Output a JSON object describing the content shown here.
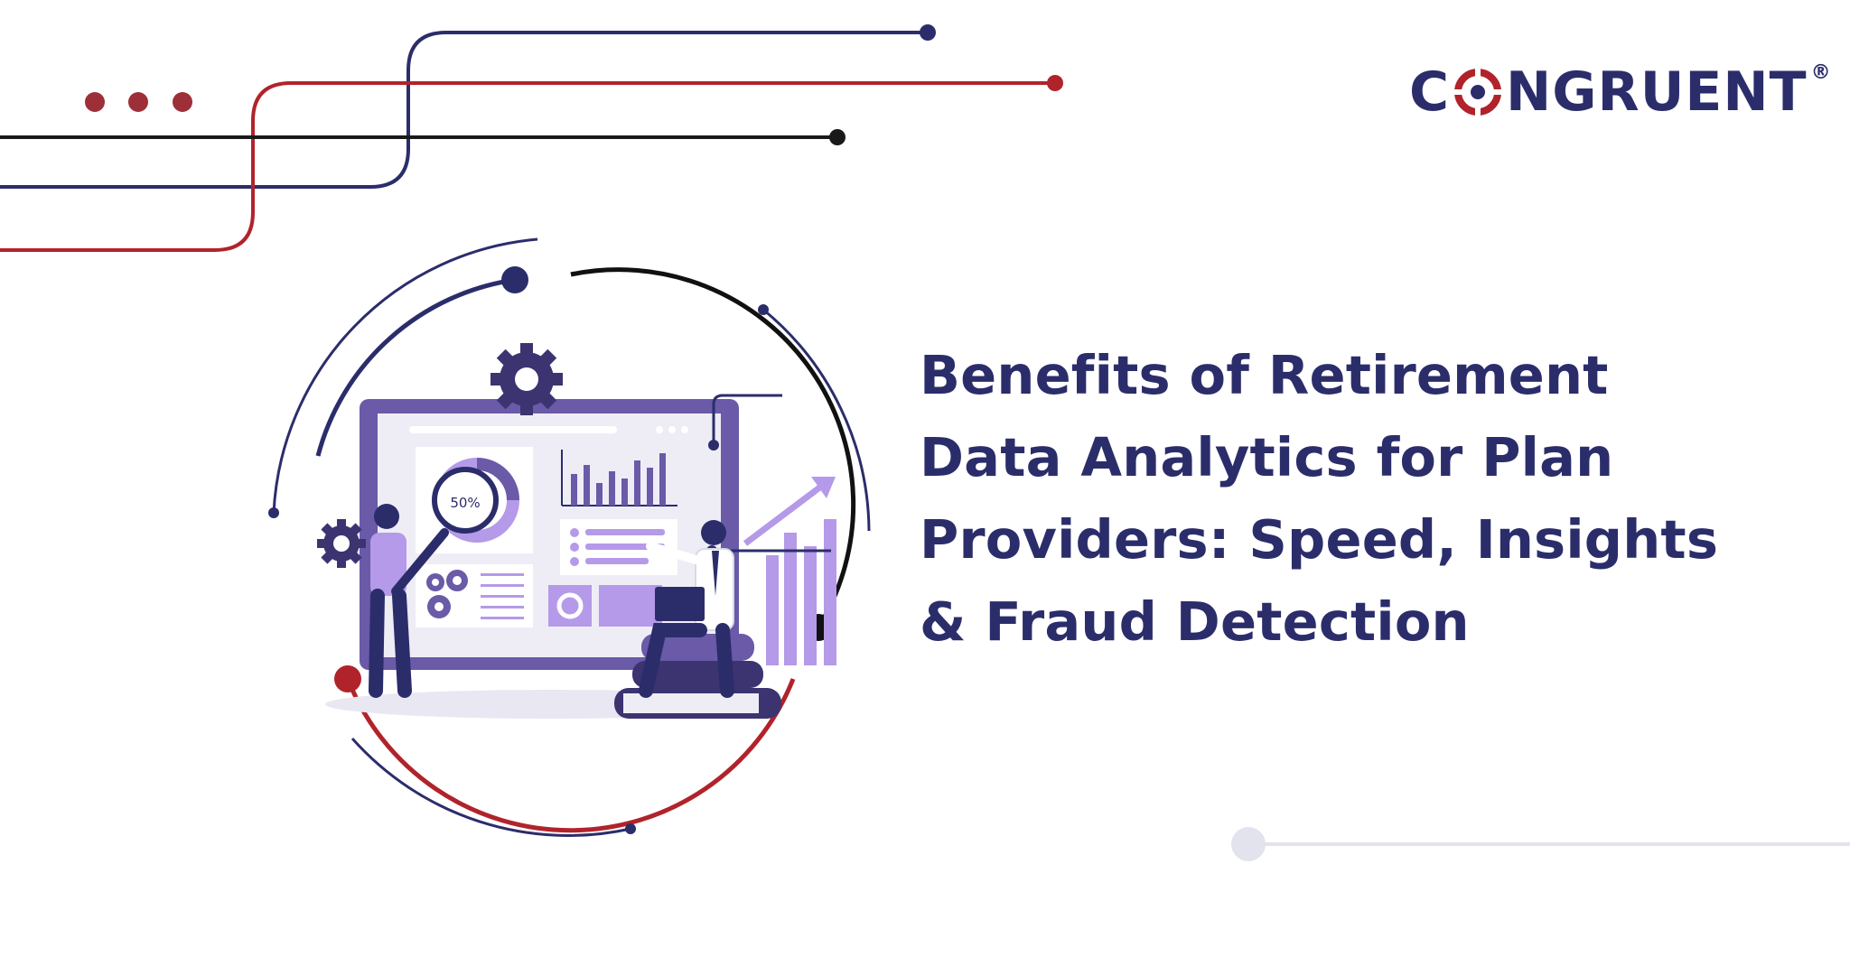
{
  "brand": {
    "logo_text_before": "C",
    "logo_text_after": "NGRUENT",
    "logo_registered": "®",
    "logo_color": "#2b2d6b",
    "accent_red": "#b1232b"
  },
  "headline": {
    "lines": [
      "Benefits of Retirement",
      "Data Analytics for Plan",
      "Providers: Speed, Insights",
      "& Fraud Detection"
    ]
  },
  "illustration": {
    "donut_label": "50%",
    "purple": "#6a5aa8",
    "light_purple": "#b49ae8",
    "navy": "#2b2d6b"
  }
}
